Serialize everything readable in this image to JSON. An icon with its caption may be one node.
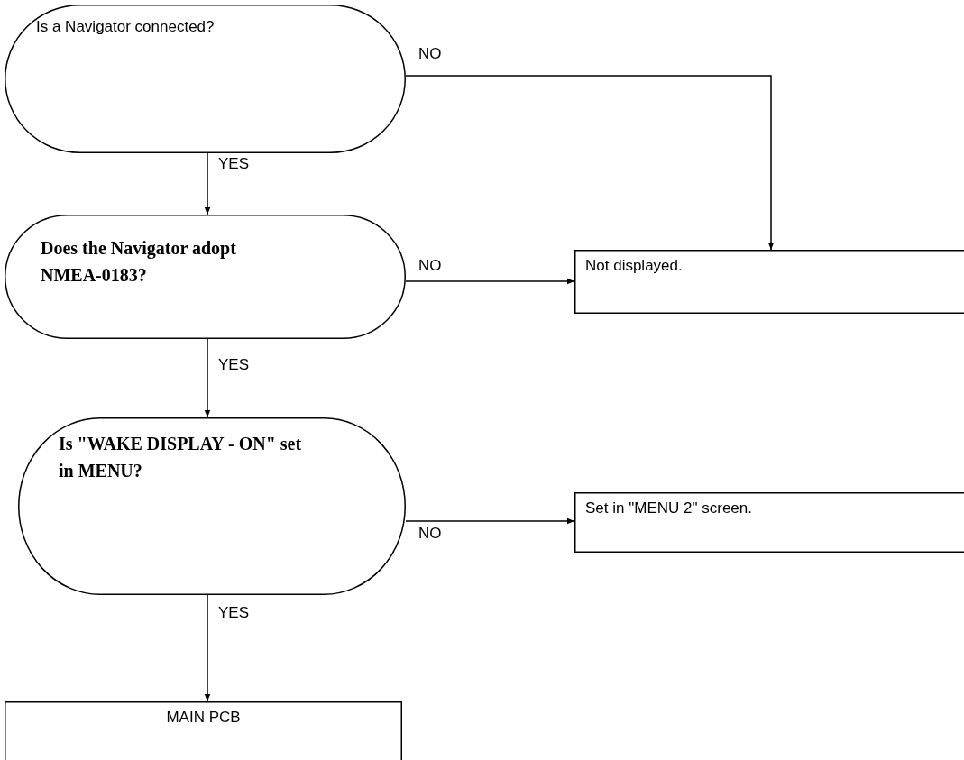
{
  "diagram": {
    "nodes": [
      {
        "text": [
          "Is a Navigator connected?"
        ]
      },
      {
        "text": [
          "Does the Navigator adopt NMEA-0183?"
        ]
      },
      {
        "text": [
          "Not displayed."
        ]
      },
      {
        "text": [
          "Is \"WAKE DISPLAY - ON\" set in MENU?"
        ]
      },
      {
        "text": [
          "Set in \"MENU 2\" screen."
        ]
      },
      {
        "text": [
          "MAIN PCB"
        ]
      }
    ],
    "edges": [
      {
        "from": 0,
        "to": 1,
        "arrow": "to",
        "label": "YES"
      },
      {
        "from": 0,
        "to": 2,
        "arrow": "to",
        "label": "NO"
      },
      {
        "from": 1,
        "to": 2,
        "arrow": "to",
        "label": "NO"
      },
      {
        "from": 1,
        "to": 3,
        "arrow": "to",
        "label": "YES"
      },
      {
        "from": 3,
        "to": 4,
        "arrow": "to",
        "label": "NO"
      },
      {
        "from": 3,
        "to": 5,
        "arrow": "to",
        "label": "YES"
      }
    ]
  }
}
